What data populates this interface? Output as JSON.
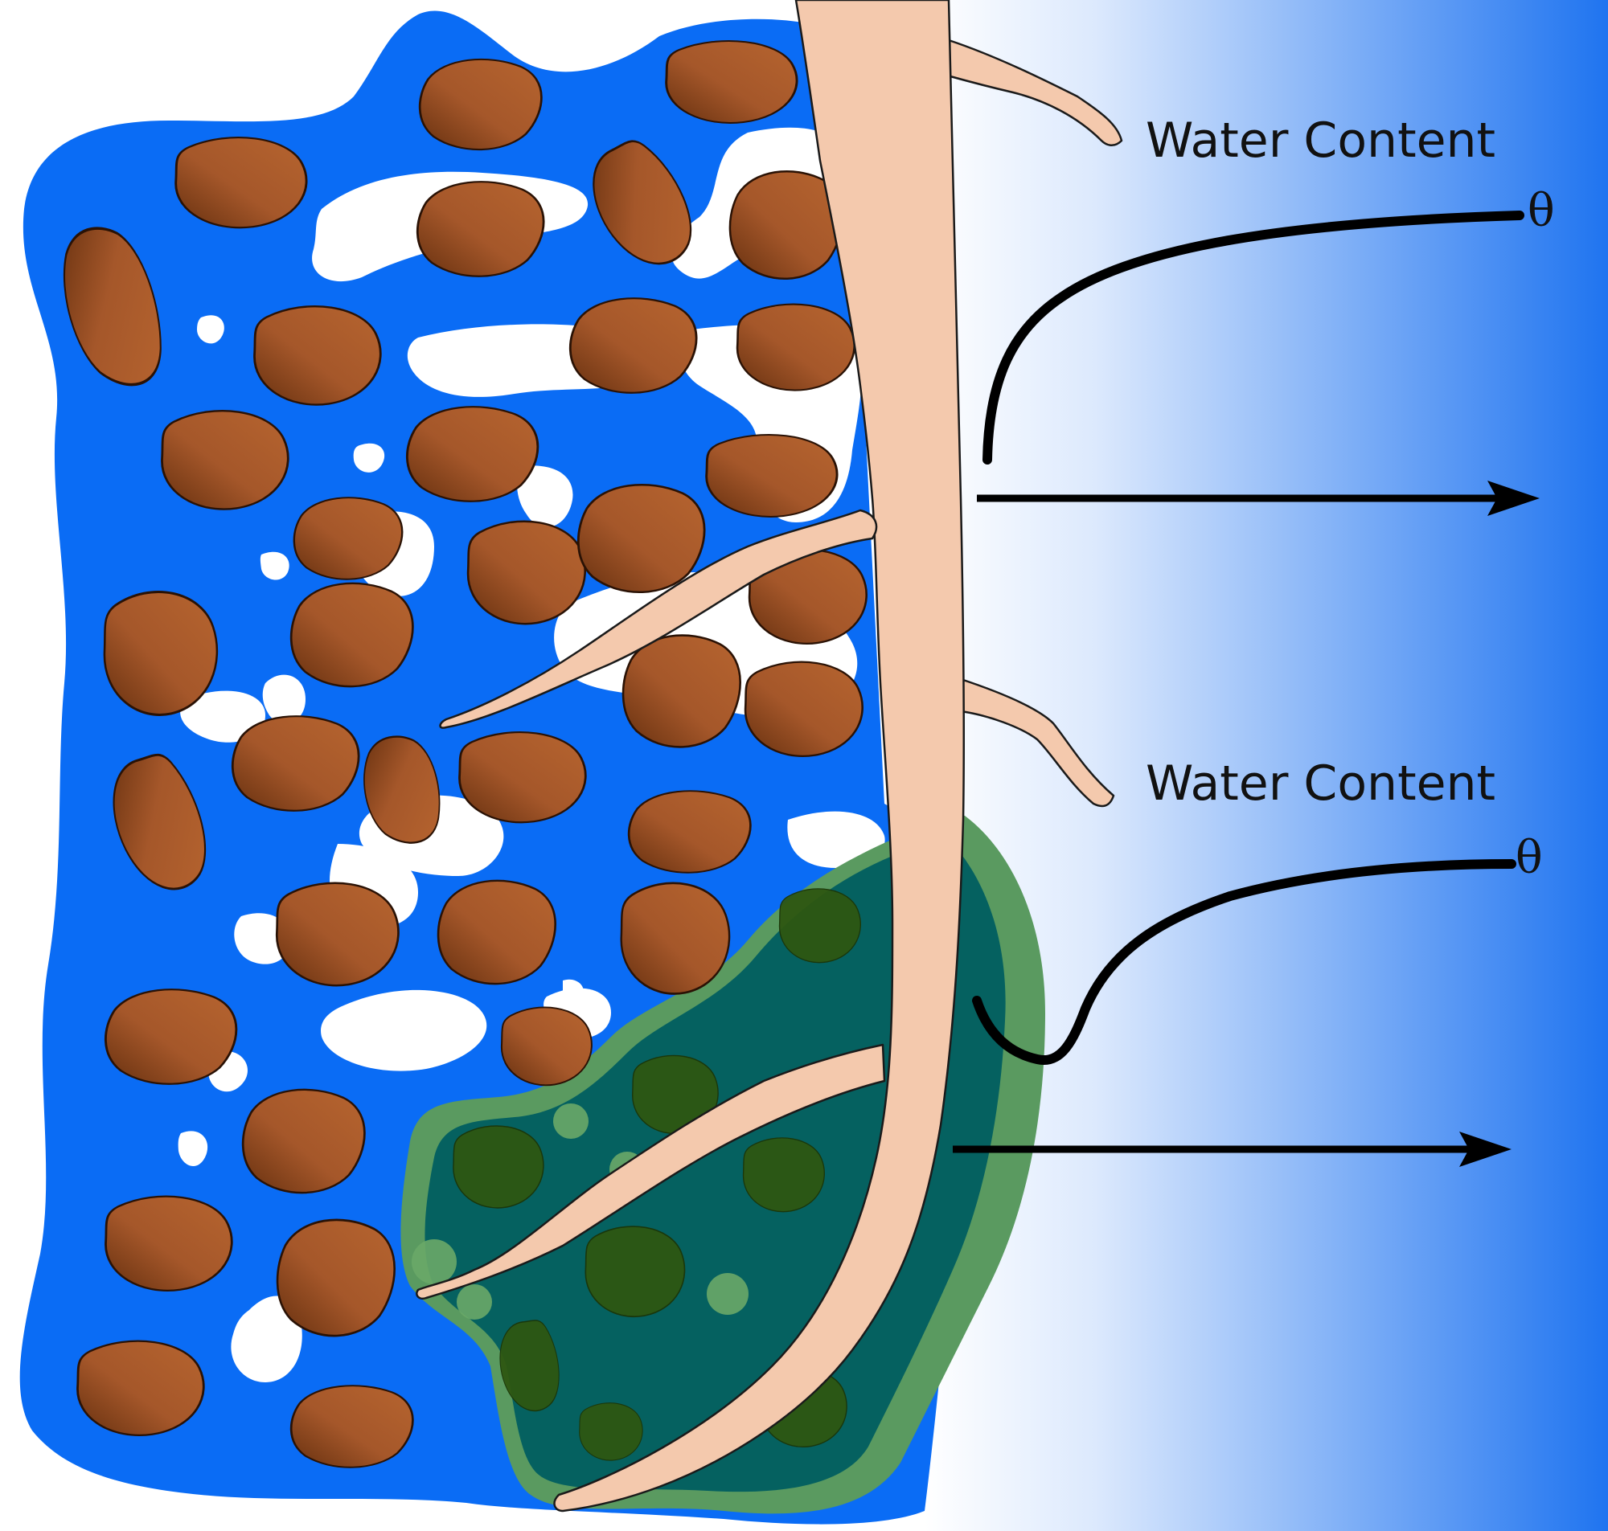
{
  "labels": {
    "water_content_top": "Water Content",
    "water_content_bottom": "Water Content",
    "theta_top": "θ",
    "theta_bottom": "θ"
  },
  "colors": {
    "water": "#0a6cf5",
    "gradient_light": "#ffffff",
    "gradient_dark": "#1f74f0",
    "soil_particle_light": "#b05e2c",
    "soil_particle_dark": "#6e3212",
    "root": "#f4c9ad",
    "rhizosphere_outer": "#5a9a60",
    "rhizosphere_inner": "#056160",
    "rhizosphere_particle": "#2c5410",
    "rhizosphere_pore": "#6aa968",
    "curve": "#000000"
  }
}
